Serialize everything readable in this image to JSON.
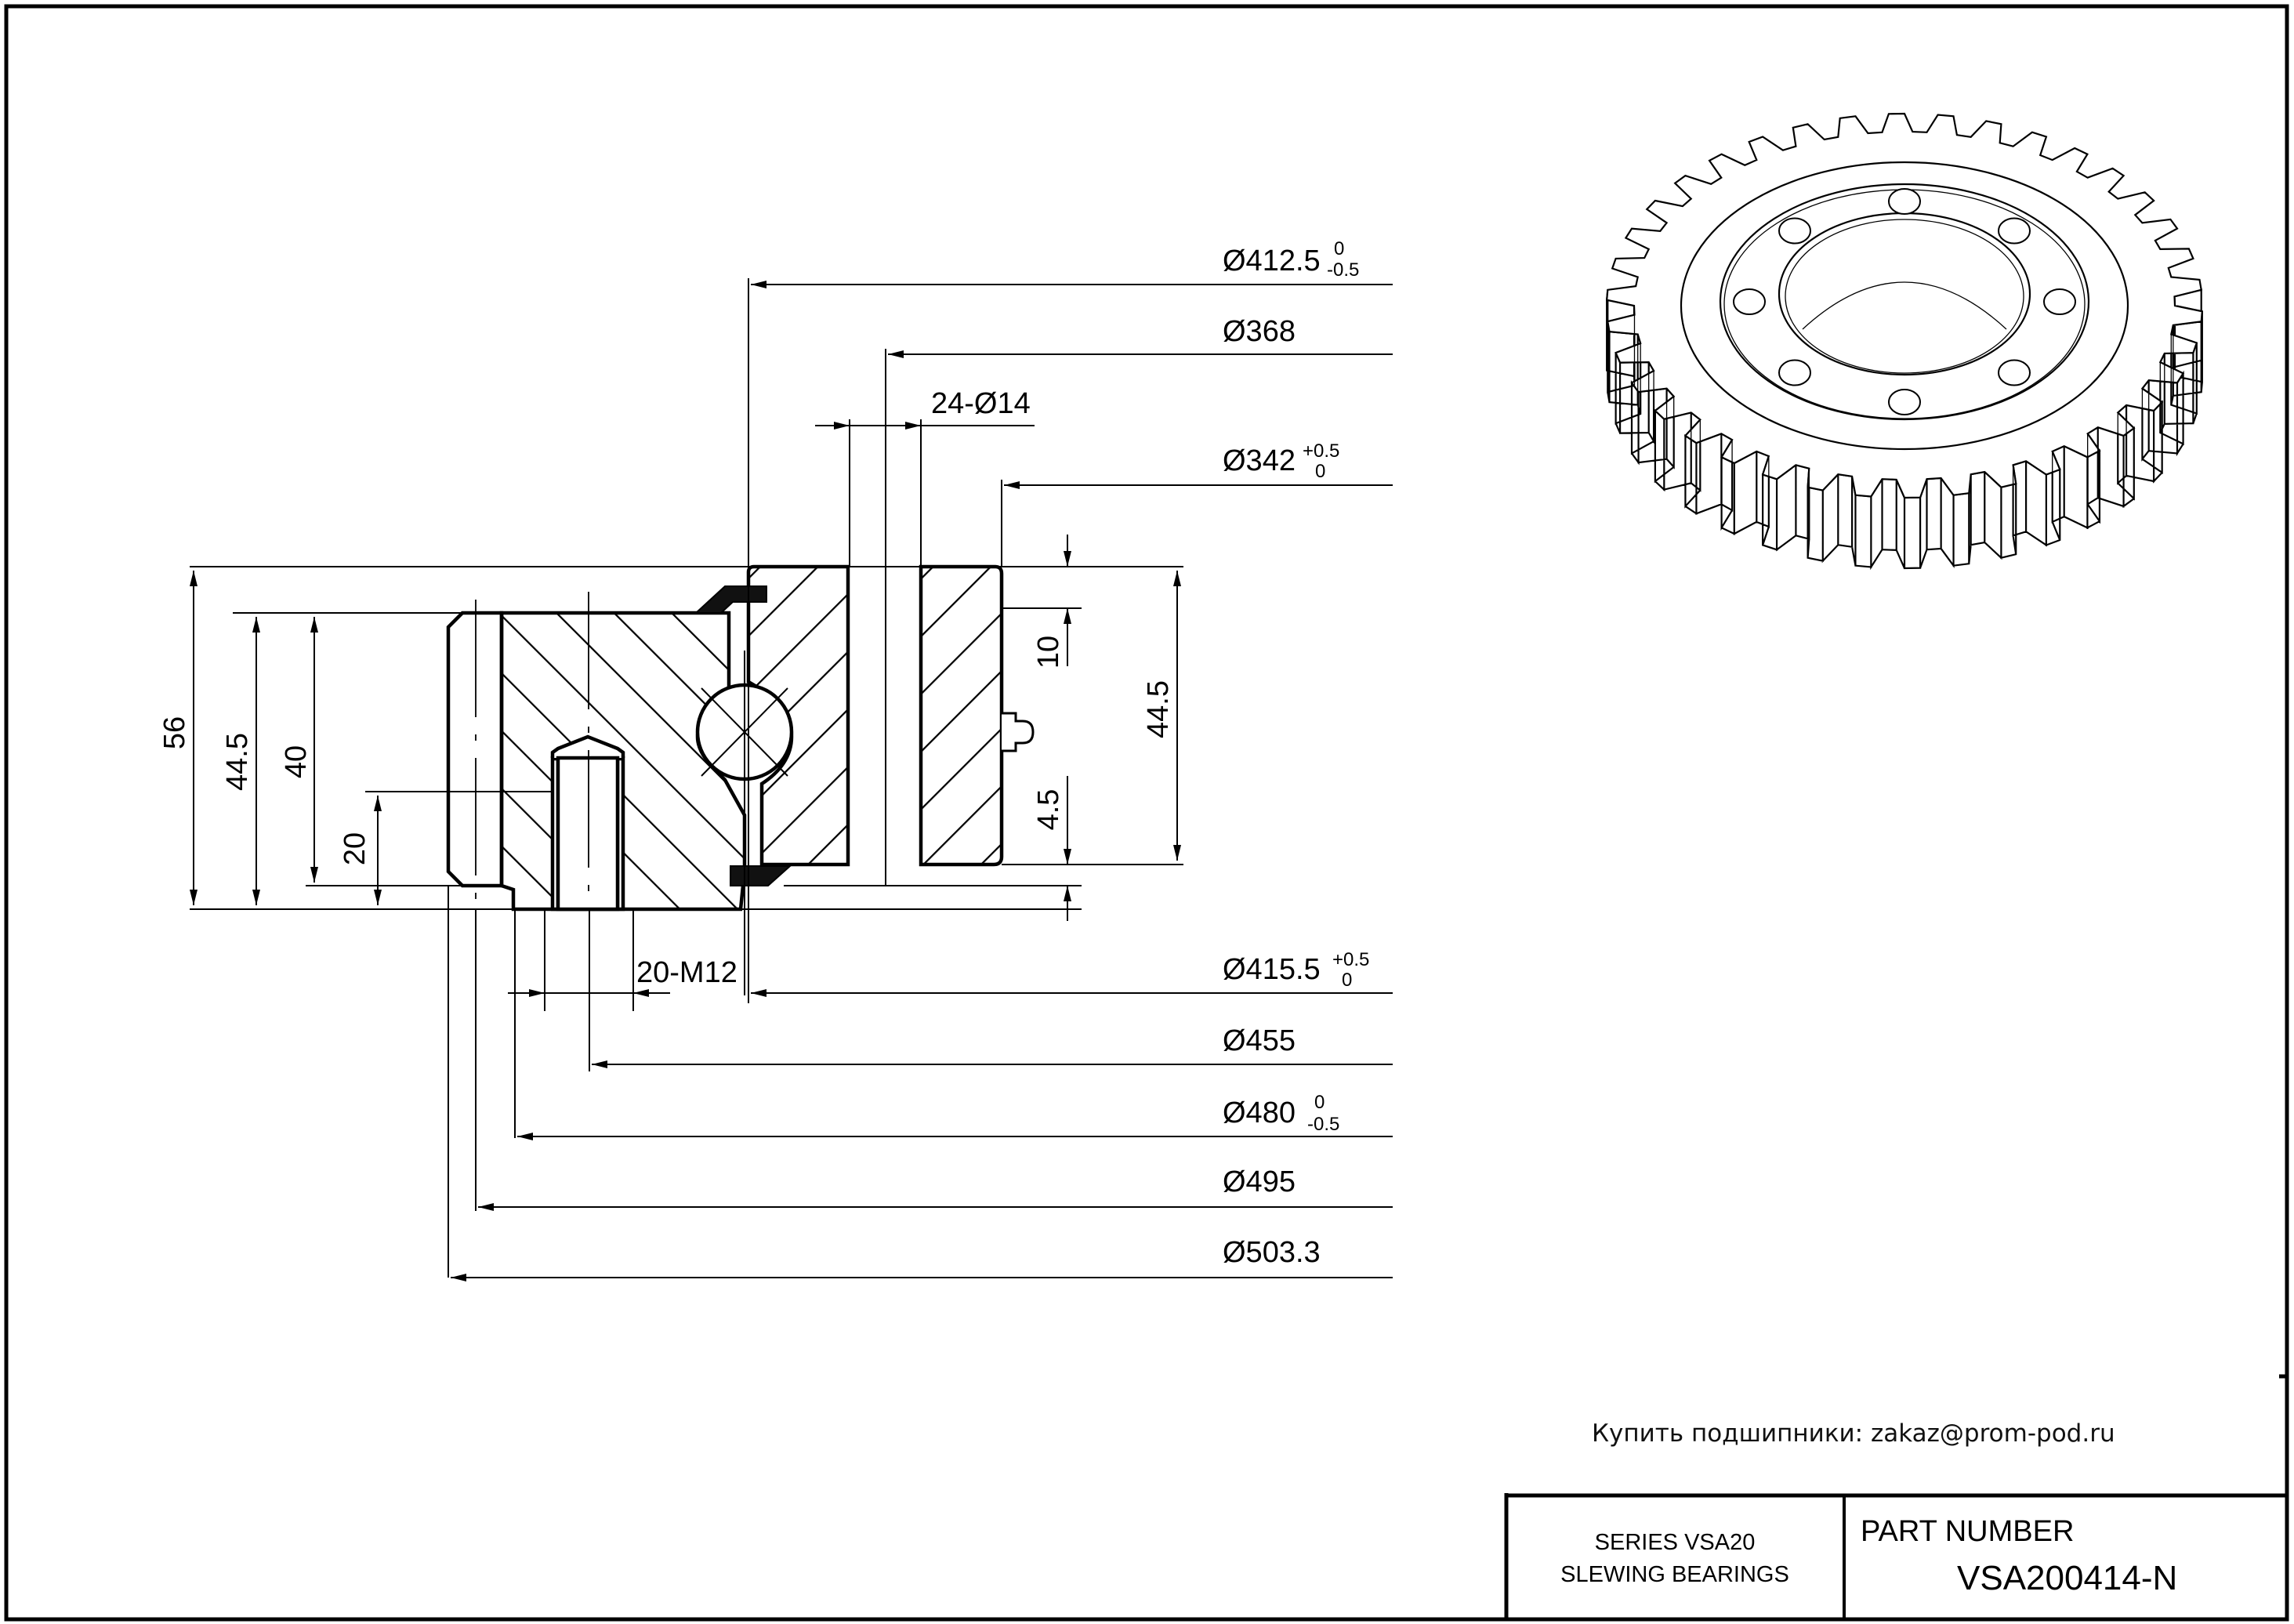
{
  "drawing": {
    "type": "technical drawing",
    "subject": "slewing bearing cross-section with external gear"
  },
  "vertical_dimensions_left": [
    {
      "id": "overall_height",
      "value": "56"
    },
    {
      "id": "outer_ring_height",
      "value": "44.5"
    },
    {
      "id": "inner_ring_height",
      "value": "40"
    },
    {
      "id": "thread_depth",
      "value": "20"
    }
  ],
  "vertical_dimensions_right": [
    {
      "id": "top_offset",
      "value": "10"
    },
    {
      "id": "inner_height_right",
      "value": "44.5"
    },
    {
      "id": "bottom_offset",
      "value": "4.5"
    }
  ],
  "hole_callouts": {
    "through_holes": "24-Ø14",
    "threaded_holes": "20-M12"
  },
  "diameters": [
    {
      "id": "d412",
      "label": "Ø412.5",
      "tol_upper": "0",
      "tol_lower": "-0.5"
    },
    {
      "id": "d368",
      "label": "Ø368",
      "tol_upper": "",
      "tol_lower": ""
    },
    {
      "id": "d342",
      "label": "Ø342",
      "tol_upper": "+0.5",
      "tol_lower": "0"
    },
    {
      "id": "d415",
      "label": "Ø415.5",
      "tol_upper": "+0.5",
      "tol_lower": "0"
    },
    {
      "id": "d455",
      "label": "Ø455",
      "tol_upper": "",
      "tol_lower": ""
    },
    {
      "id": "d480",
      "label": "Ø480",
      "tol_upper": "0",
      "tol_lower": "-0.5"
    },
    {
      "id": "d495",
      "label": "Ø495",
      "tol_upper": "",
      "tol_lower": ""
    },
    {
      "id": "d503",
      "label": "Ø503.3",
      "tol_upper": "",
      "tol_lower": ""
    }
  ],
  "contact_note": "Купить подшипники: zakaz@prom-pod.ru",
  "title_block": {
    "series_line1": "SERIES  VSA20",
    "series_line2": "SLEWING BEARINGS",
    "part_number_label": "PART  NUMBER",
    "part_number": "VSA200414-N"
  },
  "colors": {
    "line": "#000000",
    "background": "#ffffff"
  }
}
